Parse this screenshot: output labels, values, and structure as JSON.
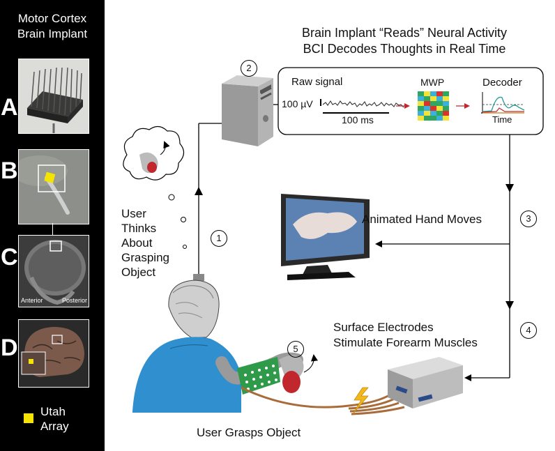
{
  "sidebar": {
    "title_line1": "Motor Cortex",
    "title_line2": "Brain Implant",
    "panels": [
      {
        "letter": "A"
      },
      {
        "letter": "B"
      },
      {
        "letter": "C",
        "label_left": "Anterior",
        "label_right": "Posterior"
      },
      {
        "letter": "D"
      }
    ],
    "legend_line1": "Utah",
    "legend_line2": "Array",
    "legend_color": "#f5e400"
  },
  "header": {
    "line1": "Brain Implant “Reads” Neural Activity",
    "line2": "BCI Decodes Thoughts in Real Time"
  },
  "signal_box": {
    "raw_label": "Raw signal",
    "scale_label": "100 µV",
    "time_label": "100 ms",
    "mwp_label": "MWP",
    "decoder_label": "Decoder",
    "decoder_axis": "Time"
  },
  "steps": {
    "s1": "1",
    "s2": "2",
    "s3": "3",
    "s4": "4",
    "s5": "5"
  },
  "labels": {
    "thinks": [
      "User",
      "Thinks",
      "About",
      "Grasping",
      "Object"
    ],
    "animated_hand": "Animated Hand Moves",
    "electrodes_line1": "Surface Electrodes",
    "electrodes_line2": "Stimulate Forearm Muscles",
    "grasps": "User Grasps Object"
  },
  "colors": {
    "arrow_red": "#c0282d",
    "shirt_blue": "#2f8fcf",
    "electrode_green": "#2e9a4a",
    "legend_yellow": "#f5e400"
  }
}
